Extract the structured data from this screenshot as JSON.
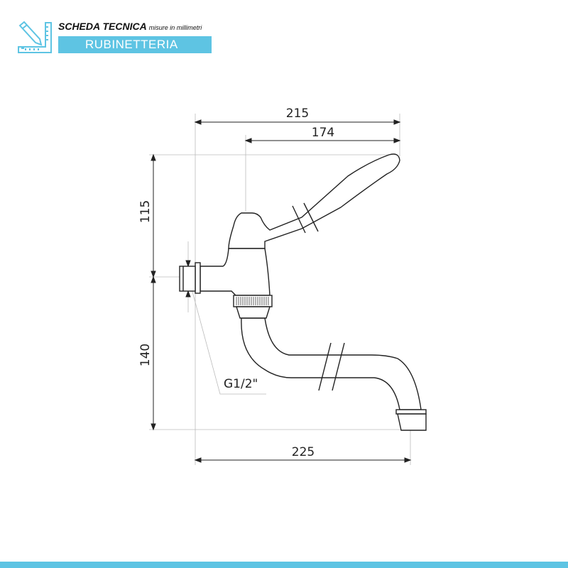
{
  "header": {
    "title": "SCHEDA TECNICA",
    "subtitle": "misure in millimetri",
    "category": "RUBINETTERIA",
    "icon": "ruler-pencil-icon",
    "accent_color": "#5ec4e3"
  },
  "dimensions": {
    "overall_width": "215",
    "handle_width": "174",
    "height_above_inlet": "115",
    "height_below_inlet": "140",
    "spout_reach": "225",
    "thread": "G1/2\""
  }
}
